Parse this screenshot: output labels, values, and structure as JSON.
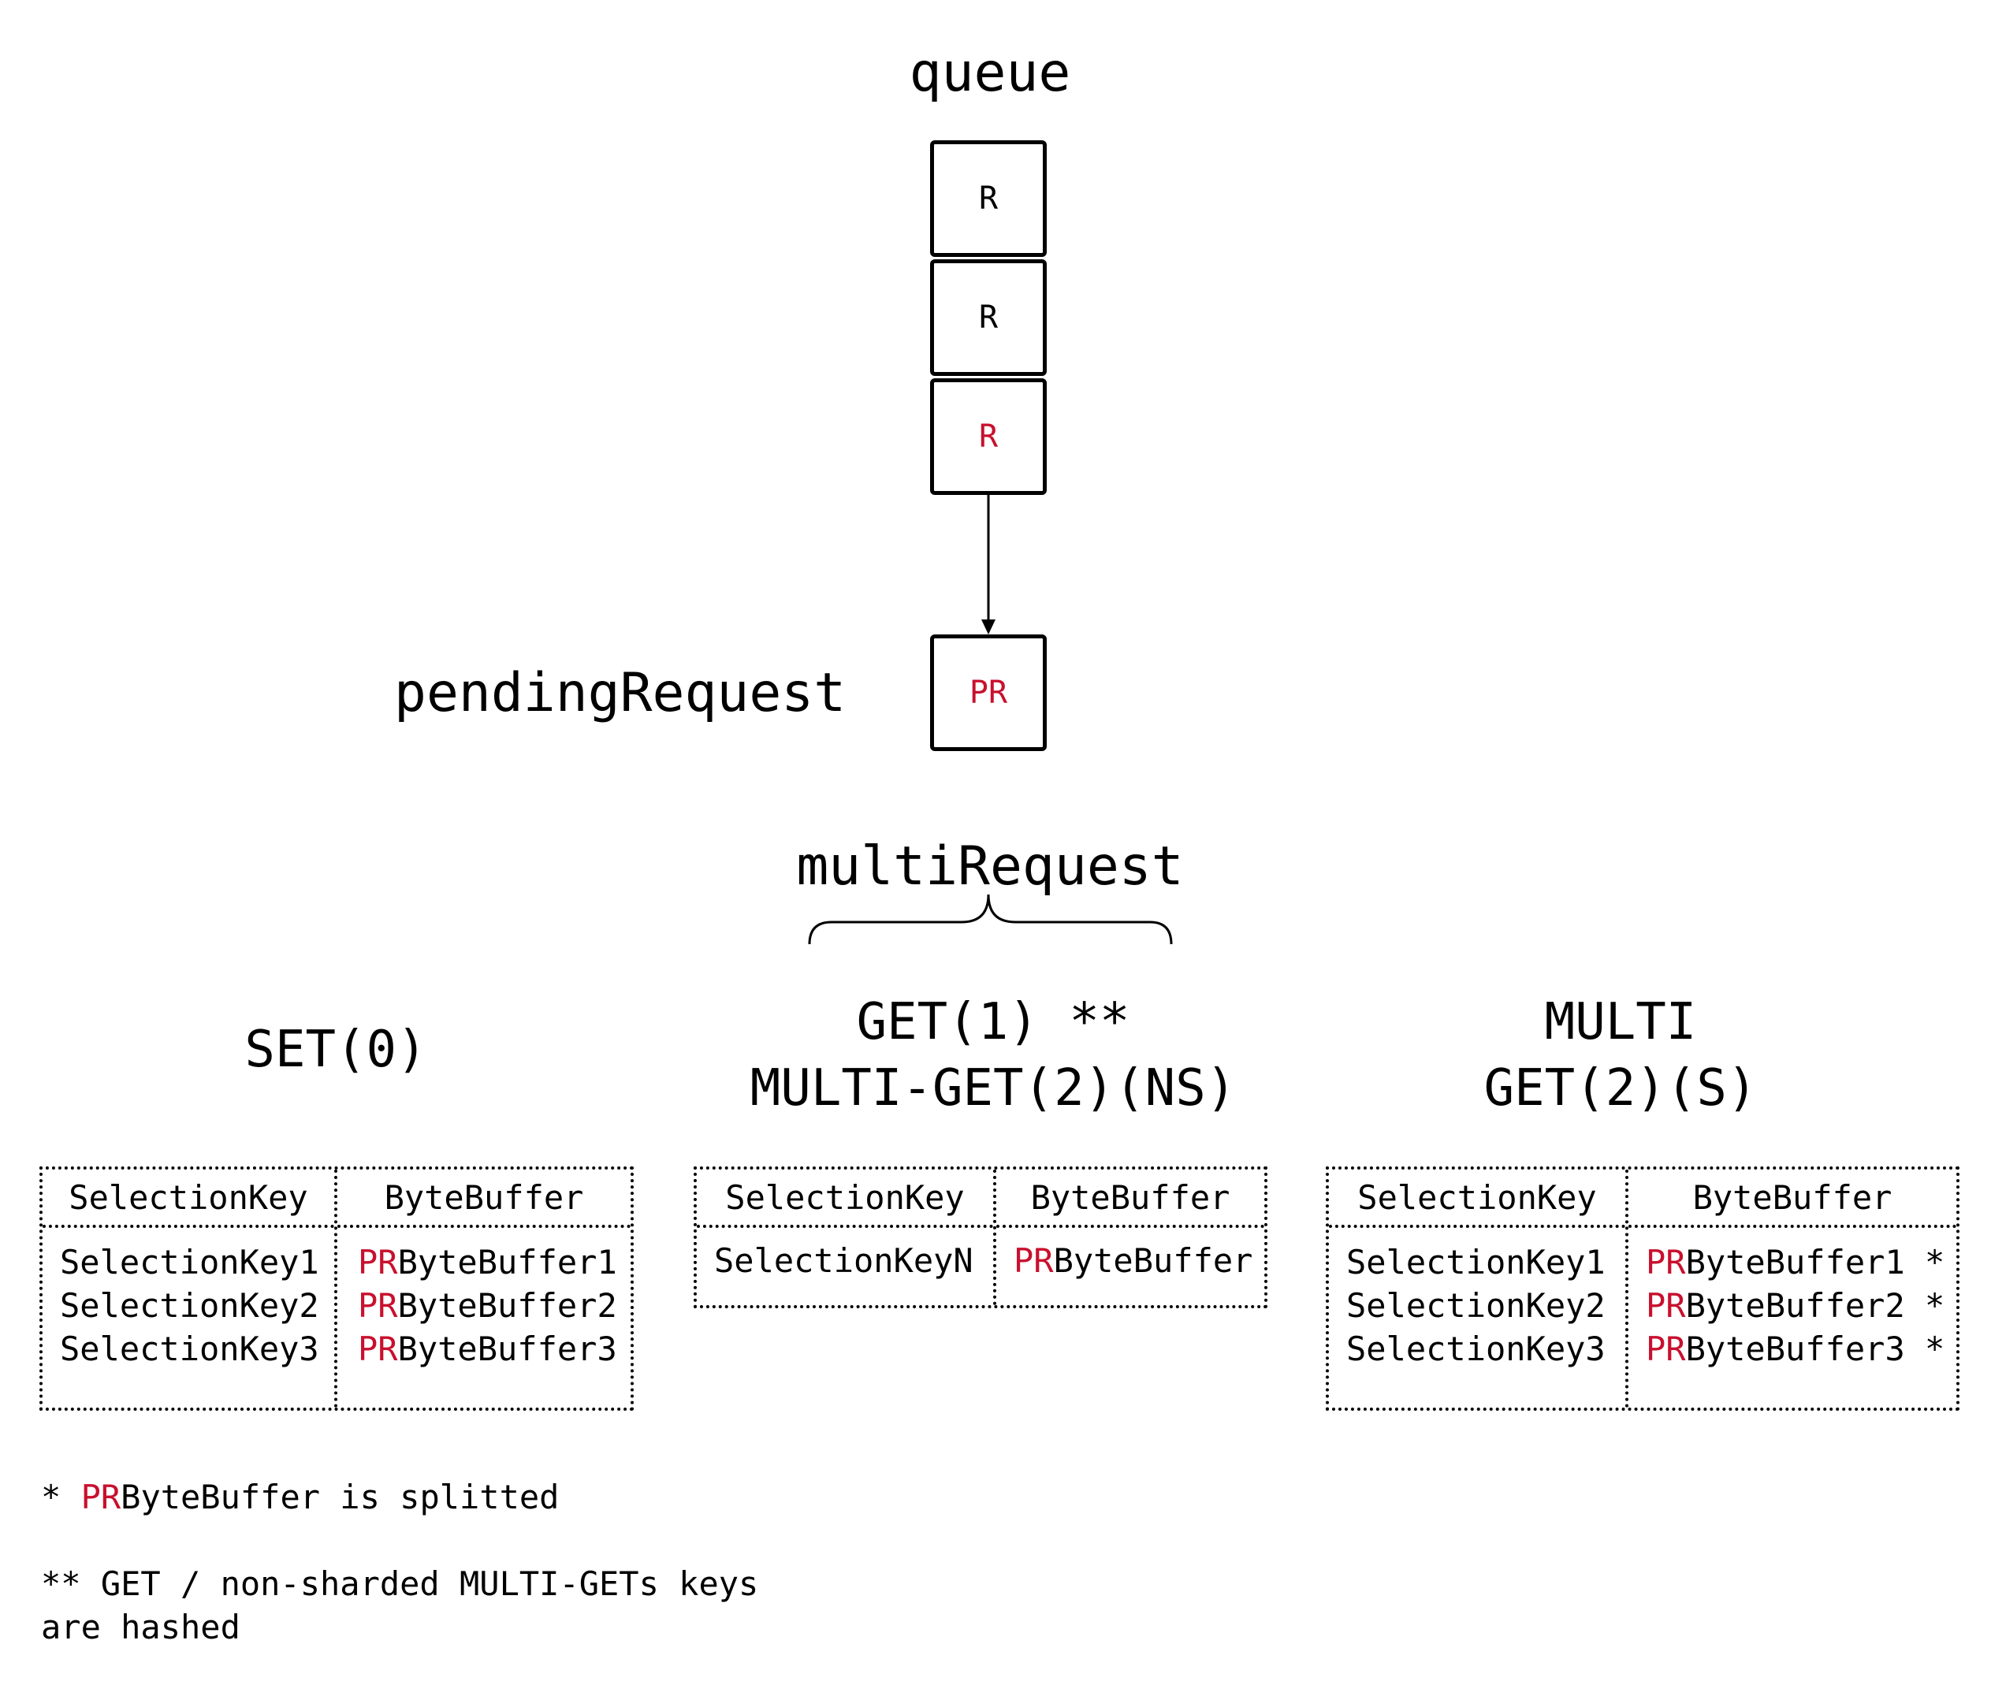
{
  "queue": {
    "title": "queue",
    "items": [
      "R",
      "R",
      "R"
    ]
  },
  "pending": {
    "label": "pendingRequest",
    "box": "PR"
  },
  "multi_request": {
    "label": "multiRequest"
  },
  "groups": {
    "set": {
      "title": "SET(0)"
    },
    "get": {
      "title_line1": "GET(1) **",
      "title_line2": "MULTI-GET(2)(NS)"
    },
    "multi": {
      "title_line1": "MULTI",
      "title_line2": "GET(2)(S)"
    }
  },
  "tables": {
    "set": {
      "headers": [
        "SelectionKey",
        "ByteBuffer"
      ],
      "keys": [
        "SelectionKey1",
        "SelectionKey2",
        "SelectionKey3"
      ],
      "buffer_prefix": "PR",
      "buffers": [
        "ByteBuffer1",
        "ByteBuffer2",
        "ByteBuffer3"
      ]
    },
    "get": {
      "headers": [
        "SelectionKey",
        "ByteBuffer"
      ],
      "keys": [
        "SelectionKeyN"
      ],
      "buffer_prefix": "PR",
      "buffers": [
        "ByteBuffer"
      ]
    },
    "multi": {
      "headers": [
        "SelectionKey",
        "ByteBuffer"
      ],
      "keys": [
        "SelectionKey1",
        "SelectionKey2",
        "SelectionKey3"
      ],
      "buffer_prefix": "PR",
      "buffers": [
        "ByteBuffer1 *",
        "ByteBuffer2 *",
        "ByteBuffer3 *"
      ]
    }
  },
  "notes": {
    "note1_prefix": "* ",
    "note1_red": "PR",
    "note1_rest": "ByteBuffer is splitted",
    "note2_line1": "** GET / non-sharded MULTI-GETs keys",
    "note2_line2": "are hashed"
  },
  "colors": {
    "accent_red": "#c8102e",
    "ink": "#000000"
  }
}
